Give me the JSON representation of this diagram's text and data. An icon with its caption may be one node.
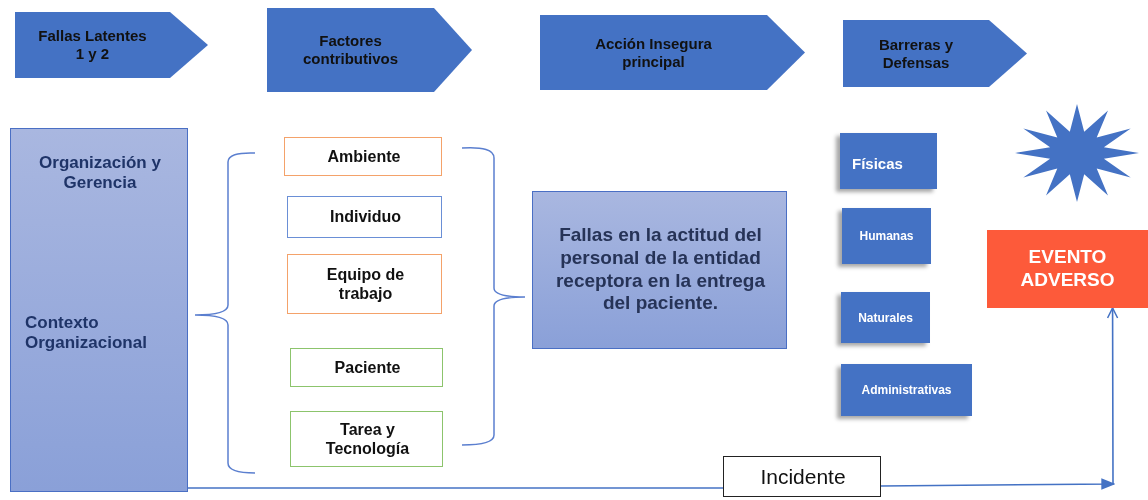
{
  "diagram": {
    "nodes": [
      {
        "text": [
          "Fallas Latentes 1 y 2"
        ]
      },
      {
        "text": [
          "Factores contributivos"
        ]
      },
      {
        "text": [
          "Acción Insegura principal"
        ]
      },
      {
        "text": [
          "Barreras y Defensas"
        ]
      },
      {
        "text": [
          "Organización y Gerencia",
          "Contexto Organizacional"
        ]
      },
      {
        "text": [
          "Ambiente"
        ]
      },
      {
        "text": [
          "Individuo"
        ]
      },
      {
        "text": [
          "Equipo de trabajo"
        ]
      },
      {
        "text": [
          "Paciente"
        ]
      },
      {
        "text": [
          "Tarea y Tecnología"
        ]
      },
      {
        "text": [
          "Fallas en la actitud del personal de la entidad receptora en la entrega del paciente."
        ]
      },
      {
        "text": [
          "Físicas"
        ]
      },
      {
        "text": [
          "Humanas"
        ]
      },
      {
        "text": [
          "Naturales"
        ]
      },
      {
        "text": [
          "Administrativas"
        ]
      },
      {
        "text": [],
        "shape": "star"
      },
      {
        "text": [
          "EVENTO ADVERSO"
        ]
      },
      {
        "text": [
          "Incidente"
        ]
      }
    ],
    "edges": [
      {
        "from": 4,
        "to": 17,
        "arrow": "none"
      },
      {
        "from": 17,
        "to": 16,
        "arrow": "to"
      }
    ]
  }
}
